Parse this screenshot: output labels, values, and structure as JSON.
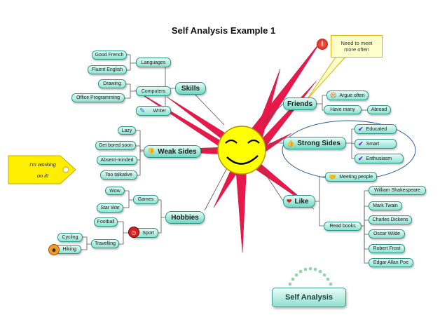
{
  "title": "Self Analysis Example 1",
  "center": {
    "icon": "smiley-sun-icon"
  },
  "callout": {
    "text_line1": "Need to meet",
    "text_line2": "more often",
    "icon": "warning-icon"
  },
  "tag": {
    "line1": "I'm working",
    "line2": "on it!"
  },
  "skills": {
    "label": "Skills",
    "languages": {
      "label": "Languages",
      "items": [
        "Good French",
        "Fluent English"
      ]
    },
    "computers": {
      "label": "Computers",
      "items": [
        "Drawing",
        "Office Programming"
      ]
    },
    "writer": {
      "label": "Writer",
      "icon": "pen-icon"
    }
  },
  "weak_sides": {
    "label": "Weak Sides",
    "icon": "thumbs-down-icon",
    "items": [
      "Lazy",
      "Get bored soon",
      "Absent-minded",
      "Too talkative"
    ]
  },
  "hobbies": {
    "label": "Hobbies",
    "games": {
      "label": "Games",
      "items": [
        "Wow",
        "Star War"
      ]
    },
    "sport": {
      "label": "Sport",
      "icon": "clock-icon"
    },
    "football": "Football",
    "travelling": "Travelling",
    "cycling": "Cycling",
    "hiking": {
      "label": "Hiking",
      "icon": "smiley-face-icon"
    }
  },
  "friends": {
    "label": "Friends",
    "argue": {
      "label": "Argue often",
      "icon": "faces-icon"
    },
    "have_many": "Have many",
    "abroad": "Abroad"
  },
  "strong_sides": {
    "label": "Strong Sides",
    "icon": "thumbs-up-icon",
    "items": [
      "Educated",
      "Smart",
      "Enthusiasm"
    ],
    "item_icon": "checkmark-icon"
  },
  "like": {
    "label": "Like",
    "icon": "heart-icon",
    "meeting": {
      "label": "Meeting people",
      "icon": "handshake-icon"
    },
    "read_books": "Read books",
    "authors": [
      "William Shakespeare",
      "Mark Twain",
      "Charles Dickens",
      "Oscar Wilde",
      "Robert Frost",
      "Edgar Allan Poe"
    ]
  },
  "self_analysis_button": "Self Analysis",
  "colors": {
    "node_border": "#2a9a86",
    "node_fill": "#8fe3d2",
    "ray": "#e8184a",
    "sun": "#ffff00",
    "callout": "#ffffcc"
  }
}
